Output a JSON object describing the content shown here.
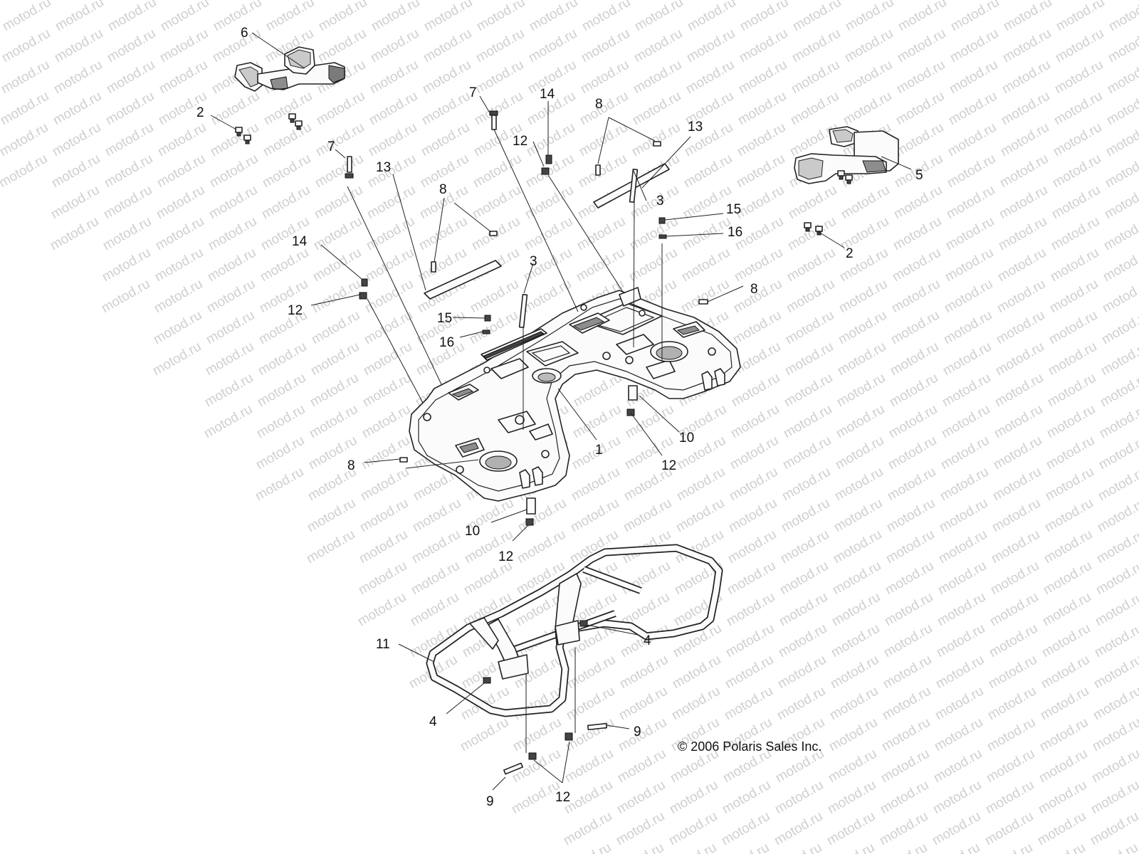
{
  "watermark": {
    "text": "motod.ru"
  },
  "copyright": "© 2006 Polaris Sales Inc.",
  "callouts": [
    {
      "id": "c-6",
      "text": "6"
    },
    {
      "id": "c-2a",
      "text": "2"
    },
    {
      "id": "c-7a",
      "text": "7"
    },
    {
      "id": "c-7b",
      "text": "7"
    },
    {
      "id": "c-14a",
      "text": "14"
    },
    {
      "id": "c-12a",
      "text": "12"
    },
    {
      "id": "c-8a",
      "text": "8"
    },
    {
      "id": "c-13a",
      "text": "13"
    },
    {
      "id": "c-13b",
      "text": "13"
    },
    {
      "id": "c-8b",
      "text": "8"
    },
    {
      "id": "c-3a",
      "text": "3"
    },
    {
      "id": "c-3b",
      "text": "3"
    },
    {
      "id": "c-14b",
      "text": "14"
    },
    {
      "id": "c-12b",
      "text": "12"
    },
    {
      "id": "c-15a",
      "text": "15"
    },
    {
      "id": "c-16a",
      "text": "16"
    },
    {
      "id": "c-15b",
      "text": "15"
    },
    {
      "id": "c-16b",
      "text": "16"
    },
    {
      "id": "c-5",
      "text": "5"
    },
    {
      "id": "c-2b",
      "text": "2"
    },
    {
      "id": "c-8c",
      "text": "8"
    },
    {
      "id": "c-8d",
      "text": "8"
    },
    {
      "id": "c-1",
      "text": "1"
    },
    {
      "id": "c-10a",
      "text": "10"
    },
    {
      "id": "c-12c",
      "text": "12"
    },
    {
      "id": "c-10b",
      "text": "10"
    },
    {
      "id": "c-12d",
      "text": "12"
    },
    {
      "id": "c-11",
      "text": "11"
    },
    {
      "id": "c-4a",
      "text": "4"
    },
    {
      "id": "c-4b",
      "text": "4"
    },
    {
      "id": "c-9a",
      "text": "9"
    },
    {
      "id": "c-9b",
      "text": "9"
    },
    {
      "id": "c-12e",
      "text": "12"
    }
  ]
}
